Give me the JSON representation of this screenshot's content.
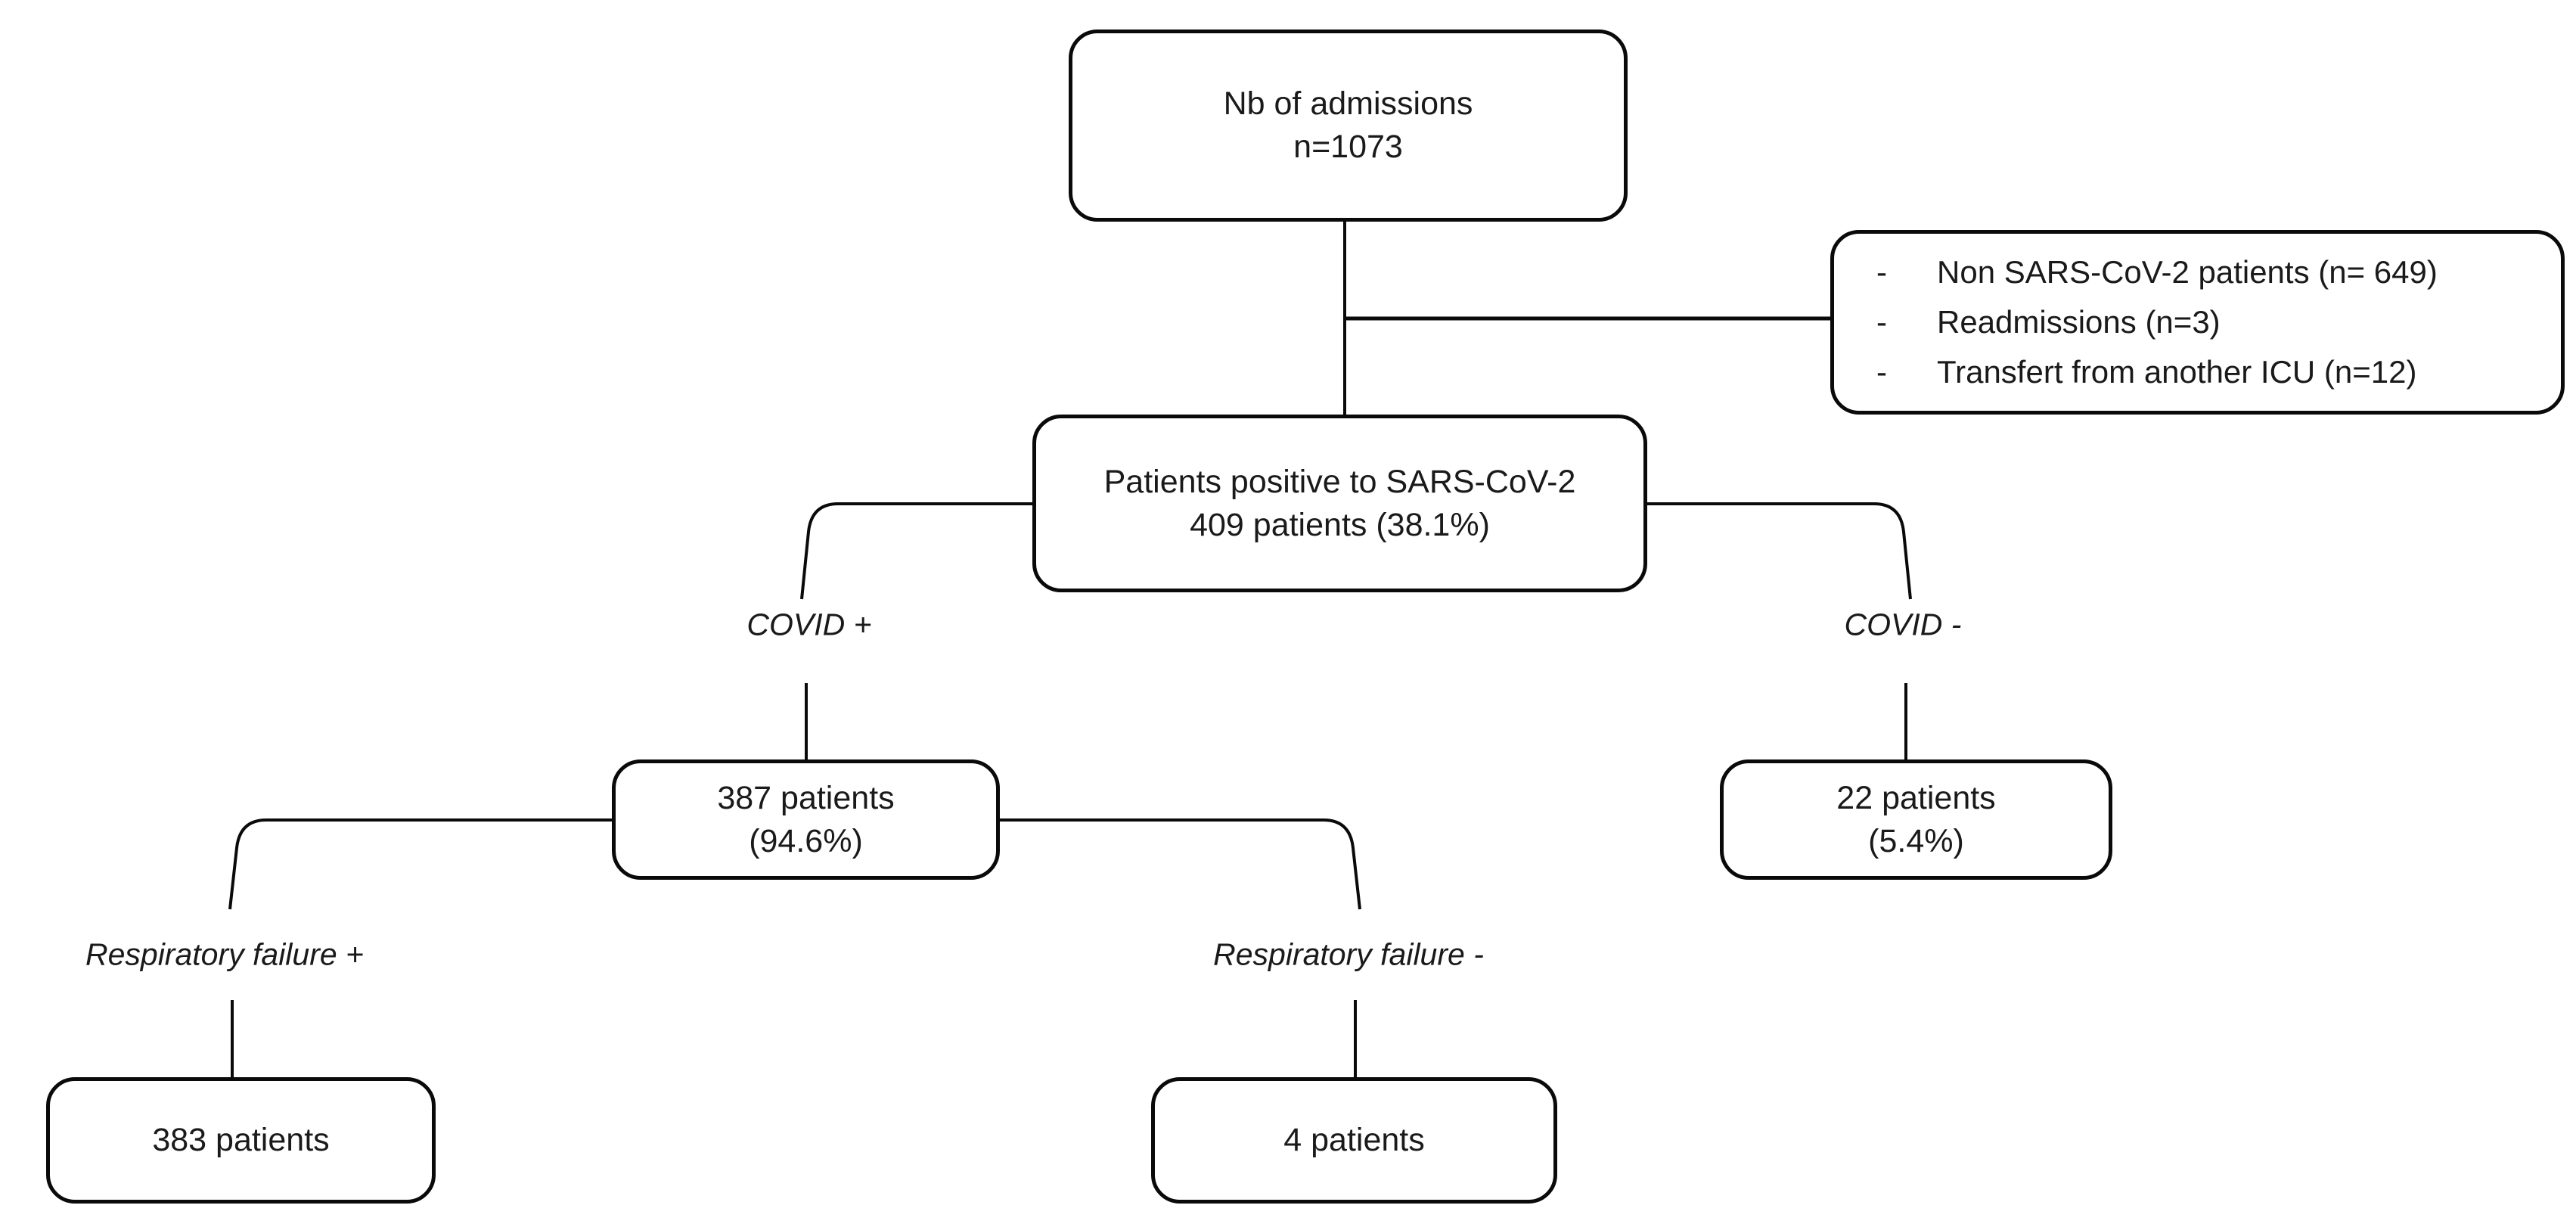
{
  "diagram": {
    "nodes": {
      "admissions": {
        "line1": "Nb of admissions",
        "line2": "n=1073"
      },
      "exclusions": {
        "bullet": "-",
        "items": [
          "Non SARS-CoV-2 patients (n= 649)",
          "Readmissions (n=3)",
          "Transfert from another ICU (n=12)"
        ]
      },
      "sars_positive": {
        "line1": "Patients positive to SARS-CoV-2",
        "line2": "409 patients (38.1%)"
      },
      "covid_positive": {
        "line1": "387 patients",
        "line2": "(94.6%)"
      },
      "covid_negative": {
        "line1": "22 patients",
        "line2": "(5.4%)"
      },
      "resp_failure_positive": {
        "line1": "383 patients"
      },
      "resp_failure_negative": {
        "line1": "4 patients"
      }
    },
    "labels": {
      "covid_positive": "COVID +",
      "covid_negative": "COVID -",
      "resp_failure_positive": "Respiratory failure +",
      "resp_failure_negative": "Respiratory failure -"
    },
    "colors": {
      "line": "#0a0a0a",
      "text": "#1a1a1a",
      "background": "#ffffff"
    }
  }
}
